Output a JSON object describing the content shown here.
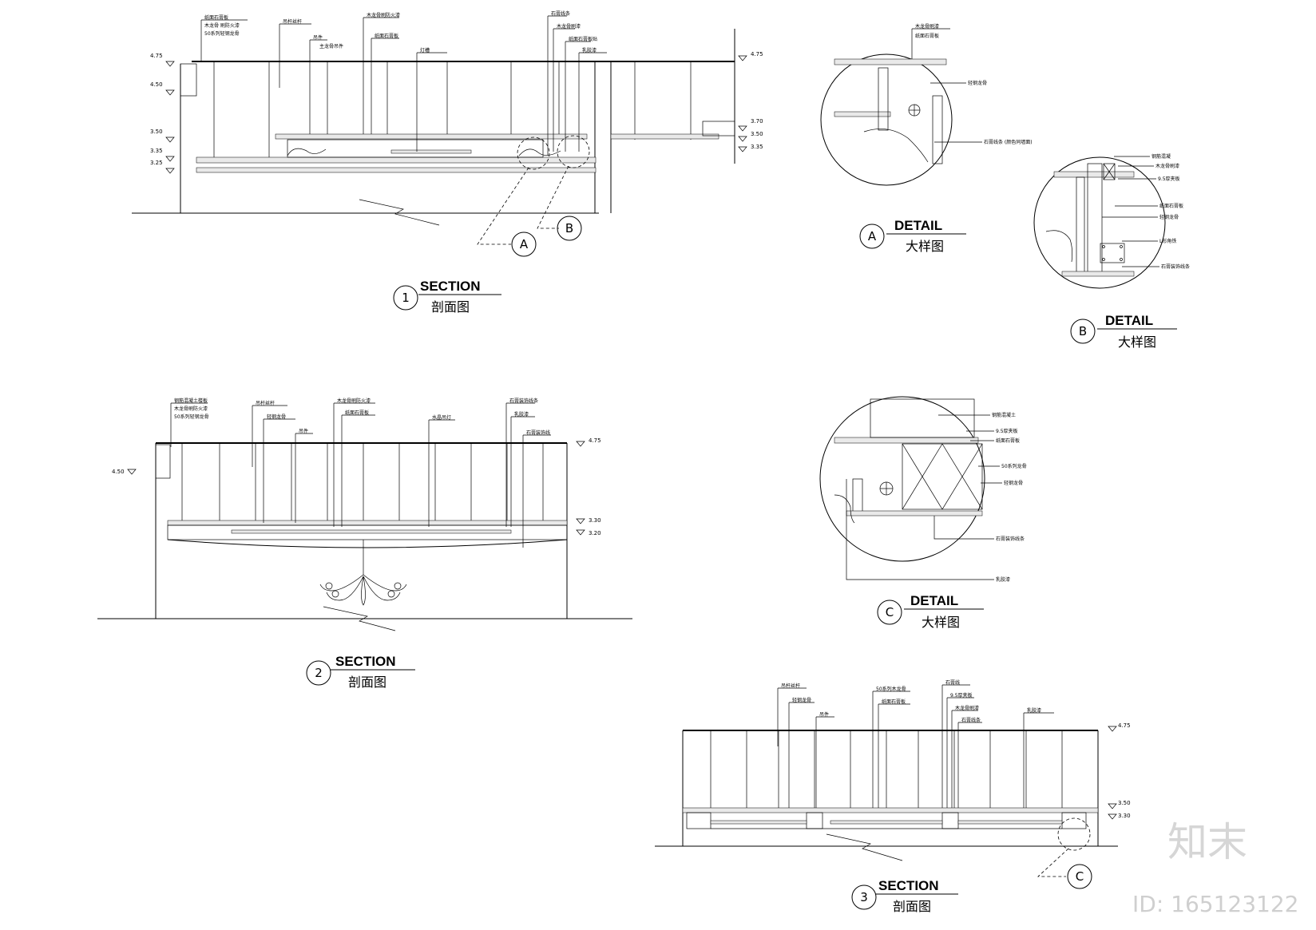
{
  "sections": [
    {
      "number": "1",
      "title": "SECTION",
      "subtitle": "剖面图"
    },
    {
      "number": "2",
      "title": "SECTION",
      "subtitle": "剖面图"
    },
    {
      "number": "3",
      "title": "SECTION",
      "subtitle": "剖面图"
    }
  ],
  "details": [
    {
      "letter": "A",
      "title": "DETAIL",
      "subtitle": "大样图"
    },
    {
      "letter": "B",
      "title": "DETAIL",
      "subtitle": "大样图"
    },
    {
      "letter": "C",
      "title": "DETAIL",
      "subtitle": "大样图"
    }
  ],
  "callouts": {
    "a": "A",
    "b": "B",
    "c": "C"
  },
  "levels": {
    "s1_left": [
      "4.75",
      "4.50",
      "3.50",
      "3.35",
      "3.25"
    ],
    "s1_right": [
      "4.75",
      "3.70",
      "3.50",
      "3.35"
    ],
    "s2_left": "4.50",
    "s2_right": [
      "4.75",
      "3.30",
      "3.20"
    ],
    "s3_right": [
      "4.75",
      "3.50",
      "3.30"
    ]
  },
  "watermark": {
    "brand": "知末",
    "id": "ID: 165123122"
  }
}
